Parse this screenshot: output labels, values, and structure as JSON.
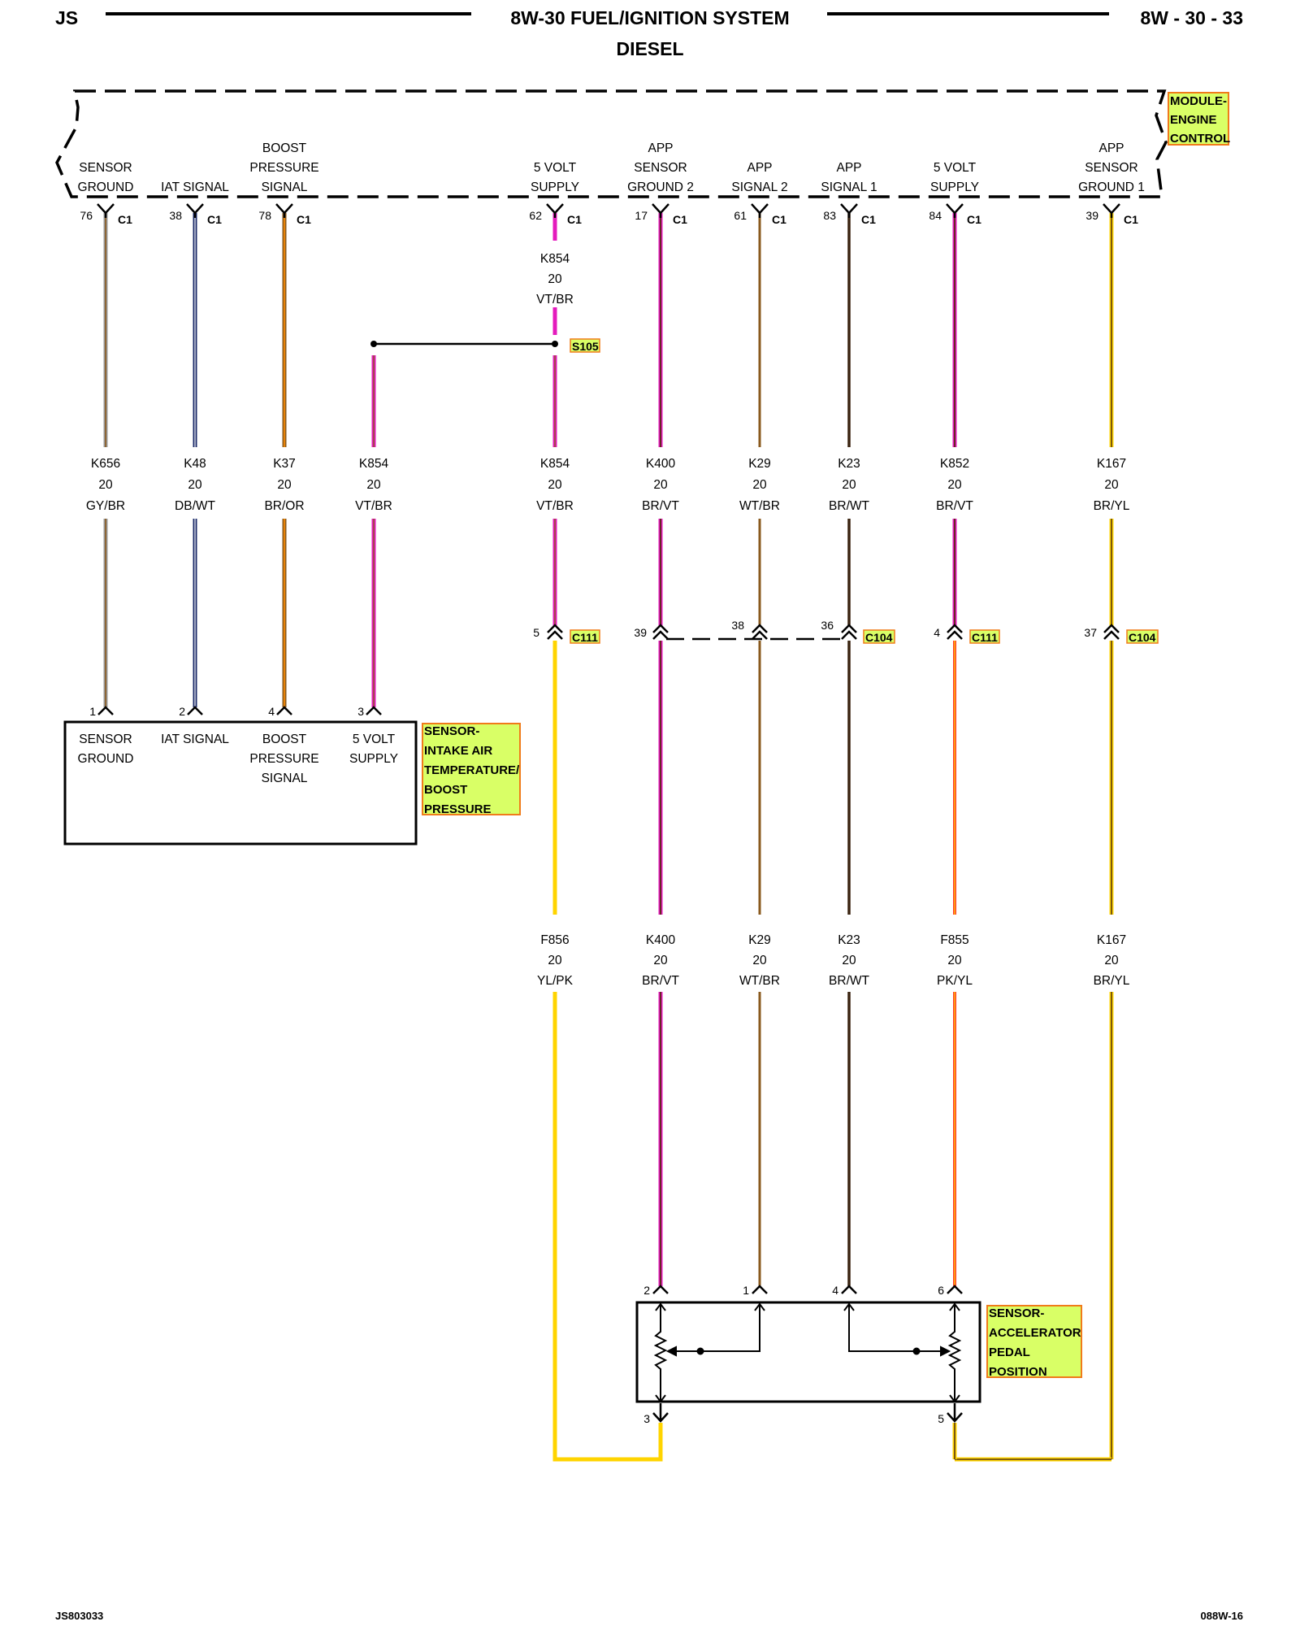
{
  "header": {
    "left_code": "JS",
    "title": "8W-30 FUEL/IGNITION SYSTEM",
    "subtitle": "DIESEL",
    "page_ref": "8W - 30 - 33"
  },
  "footer": {
    "left_code": "JS803033",
    "right_code": "088W-16"
  },
  "module": {
    "name_lines": [
      "MODULE-",
      "ENGINE",
      "CONTROL"
    ],
    "pins": [
      {
        "label_lines": [
          "SENSOR",
          "GROUND"
        ],
        "pin": "76",
        "connector": "C1"
      },
      {
        "label_lines": [
          "IAT SIGNAL"
        ],
        "pin": "38",
        "connector": "C1"
      },
      {
        "label_lines": [
          "BOOST",
          "PRESSURE",
          "SIGNAL"
        ],
        "pin": "78",
        "connector": "C1"
      },
      {
        "label_lines": [
          "5 VOLT",
          "SUPPLY"
        ],
        "pin": "62",
        "connector": "C1"
      },
      {
        "label_lines": [
          "APP",
          "SENSOR",
          "GROUND 2"
        ],
        "pin": "17",
        "connector": "C1"
      },
      {
        "label_lines": [
          "APP",
          "SIGNAL 2"
        ],
        "pin": "61",
        "connector": "C1"
      },
      {
        "label_lines": [
          "APP",
          "SIGNAL 1"
        ],
        "pin": "83",
        "connector": "C1"
      },
      {
        "label_lines": [
          "5 VOLT",
          "SUPPLY"
        ],
        "pin": "84",
        "connector": "C1"
      },
      {
        "label_lines": [
          "APP",
          "SENSOR",
          "GROUND 1"
        ],
        "pin": "39",
        "connector": "C1"
      }
    ]
  },
  "splice": {
    "name": "S105",
    "top_wire": {
      "circuit": "K854",
      "gauge": "20",
      "color_code": "VT/BR"
    }
  },
  "wires_upper": [
    {
      "circuit": "K656",
      "gauge": "20",
      "color_code": "GY/BR"
    },
    {
      "circuit": "K48",
      "gauge": "20",
      "color_code": "DB/WT"
    },
    {
      "circuit": "K37",
      "gauge": "20",
      "color_code": "BR/OR"
    },
    {
      "circuit": "K854",
      "gauge": "20",
      "color_code": "VT/BR"
    },
    {
      "circuit": "K854",
      "gauge": "20",
      "color_code": "VT/BR"
    },
    {
      "circuit": "K400",
      "gauge": "20",
      "color_code": "BR/VT"
    },
    {
      "circuit": "K29",
      "gauge": "20",
      "color_code": "WT/BR"
    },
    {
      "circuit": "K23",
      "gauge": "20",
      "color_code": "BR/WT"
    },
    {
      "circuit": "K852",
      "gauge": "20",
      "color_code": "BR/VT"
    },
    {
      "circuit": "K167",
      "gauge": "20",
      "color_code": "BR/YL"
    }
  ],
  "inline_connectors": [
    {
      "name": "C111",
      "pins": [
        "5",
        "4"
      ]
    },
    {
      "name": "C104",
      "pins": [
        "39",
        "38",
        "36",
        "37"
      ]
    }
  ],
  "wires_lower": [
    {
      "circuit": "F856",
      "gauge": "20",
      "color_code": "YL/PK"
    },
    {
      "circuit": "K400",
      "gauge": "20",
      "color_code": "BR/VT"
    },
    {
      "circuit": "K29",
      "gauge": "20",
      "color_code": "WT/BR"
    },
    {
      "circuit": "K23",
      "gauge": "20",
      "color_code": "BR/WT"
    },
    {
      "circuit": "F855",
      "gauge": "20",
      "color_code": "PK/YL"
    },
    {
      "circuit": "K167",
      "gauge": "20",
      "color_code": "BR/YL"
    }
  ],
  "iat_sensor": {
    "name_lines": [
      "SENSOR-",
      "INTAKE AIR",
      "TEMPERATURE/",
      "BOOST",
      "PRESSURE"
    ],
    "pins": [
      {
        "pin": "1",
        "label_lines": [
          "SENSOR",
          "GROUND"
        ]
      },
      {
        "pin": "2",
        "label_lines": [
          "IAT SIGNAL"
        ]
      },
      {
        "pin": "4",
        "label_lines": [
          "BOOST",
          "PRESSURE",
          "SIGNAL"
        ]
      },
      {
        "pin": "3",
        "label_lines": [
          "5 VOLT",
          "SUPPLY"
        ]
      }
    ]
  },
  "app_sensor": {
    "name_lines": [
      "SENSOR-",
      "ACCELERATOR",
      "PEDAL",
      "POSITION"
    ],
    "top_pins": [
      "2",
      "1",
      "4",
      "6"
    ],
    "bottom_pins": [
      "3",
      "5"
    ]
  },
  "colors": {
    "tag_fill": "#d9ff66",
    "tag_border": "#f07b1a",
    "GY": "#9a9a9a",
    "BR": "#8a5a1e",
    "DB": "#1c2b6a",
    "WT": "#ffffff",
    "OR": "#ff8c00",
    "VT": "#e41bbd",
    "YL": "#ffd400",
    "PK": "#ff4d4d"
  }
}
